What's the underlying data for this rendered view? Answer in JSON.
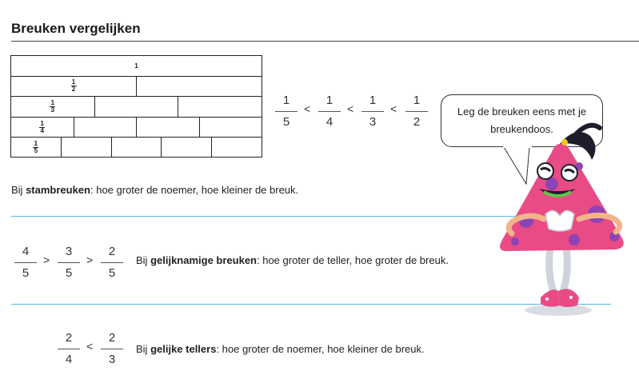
{
  "header": {
    "title": "Breuken vergelijken"
  },
  "wall": {
    "whole": "1",
    "rows": [
      {
        "num": "1",
        "den": "2",
        "cells": 2
      },
      {
        "num": "1",
        "den": "3",
        "cells": 3
      },
      {
        "num": "1",
        "den": "4",
        "cells": 4
      },
      {
        "num": "1",
        "den": "5",
        "cells": 5
      }
    ]
  },
  "unit_compare": {
    "fractions": [
      {
        "n": "1",
        "d": "5"
      },
      {
        "n": "1",
        "d": "4"
      },
      {
        "n": "1",
        "d": "3"
      },
      {
        "n": "1",
        "d": "2"
      }
    ],
    "operator": "<"
  },
  "rule1": {
    "prefix": "Bij ",
    "bold": "stambreuken",
    "suffix": ": hoe groter de noemer, hoe kleiner de breuk."
  },
  "same_den": {
    "fractions": [
      {
        "n": "4",
        "d": "5"
      },
      {
        "n": "3",
        "d": "5"
      },
      {
        "n": "2",
        "d": "5"
      }
    ],
    "operator": ">"
  },
  "rule2": {
    "prefix": "Bij ",
    "bold": "gelijknamige breuken",
    "suffix": ": hoe groter de teller, hoe groter de breuk."
  },
  "same_num": {
    "fractions": [
      {
        "n": "2",
        "d": "4"
      },
      {
        "n": "2",
        "d": "3"
      }
    ],
    "operator": "<"
  },
  "rule3": {
    "prefix": "Bij ",
    "bold": "gelijke tellers",
    "suffix": ": hoe groter de noemer, hoe kleiner de breuk."
  },
  "bubble": {
    "line1": "Leg de breuken eens met je",
    "line2": "breukendoos."
  },
  "colors": {
    "accent_line": "#59b8e0",
    "mascot_body": "#e94b87",
    "mascot_spots": "#8d43b3",
    "mascot_skin": "#f2b48a"
  }
}
